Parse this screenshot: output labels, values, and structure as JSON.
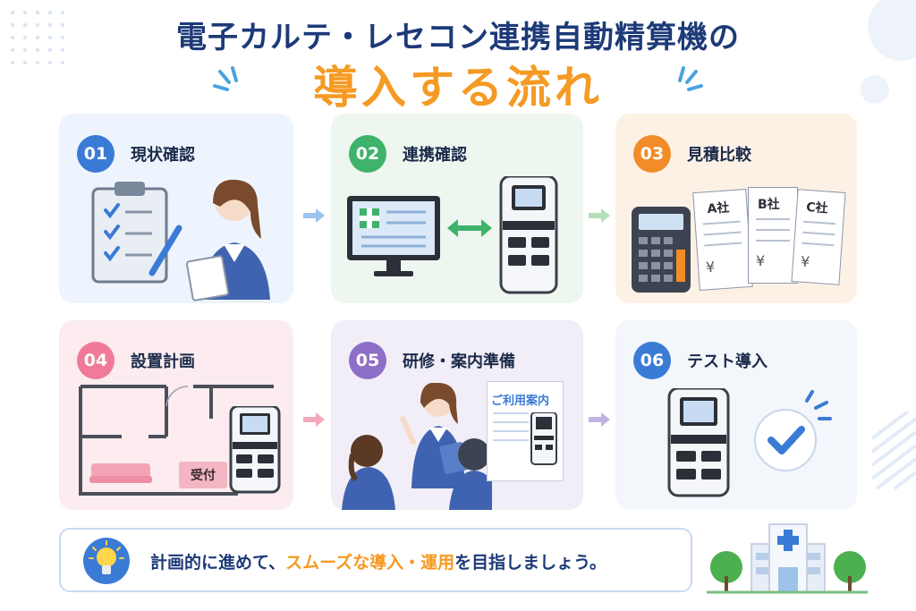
{
  "title_line1": "電子カルテ・レセコン連携自動精算機の",
  "title_line2": "導入する流れ",
  "steps": [
    {
      "num": "01",
      "title": "現状確認"
    },
    {
      "num": "02",
      "title": "連携確認"
    },
    {
      "num": "03",
      "title": "見積比較"
    },
    {
      "num": "04",
      "title": "設置計画"
    },
    {
      "num": "05",
      "title": "研修・案内準備"
    },
    {
      "num": "06",
      "title": "テスト導入"
    }
  ],
  "quotes": [
    "A社",
    "B社",
    "C社"
  ],
  "yen": "¥",
  "reception_label": "受付",
  "guide_label": "ご利用案内",
  "bottom": {
    "part1": "計画的に進めて、",
    "highlight": "スムーズな導入・運用",
    "part2": "を目指しましょう。"
  },
  "colors": {
    "navy": "#1d3a78",
    "orange": "#f59a23",
    "blue": "#3a7bd5",
    "green": "#3fb26b",
    "orange_badge": "#f28c28",
    "pink": "#f07a98",
    "purple": "#8e6fc7"
  }
}
